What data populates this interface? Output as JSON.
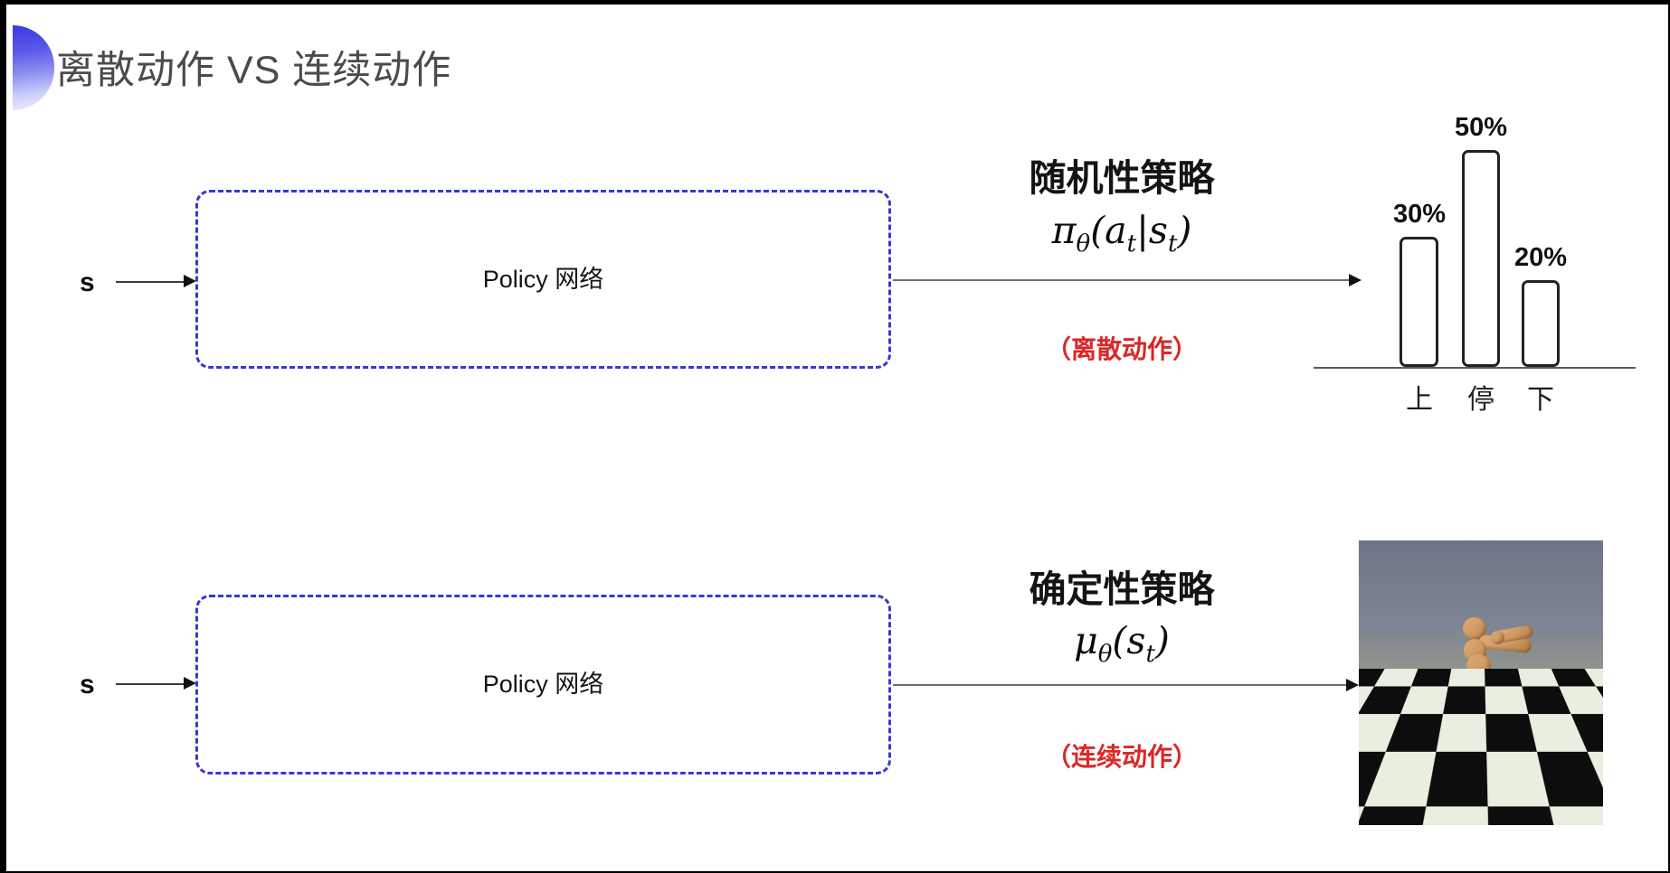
{
  "title": {
    "text": "离散动作 VS 连续动作"
  },
  "rows": [
    {
      "input_label": "s",
      "box_label": "Policy 网络",
      "policy_type": "随机性策略",
      "formula": {
        "f1": "π",
        "s1": "θ",
        "f2": "(a",
        "s2": "t",
        "f3": "|s",
        "s3": "t",
        "f4": ")"
      },
      "action_note": "（离散动作）"
    },
    {
      "input_label": "s",
      "box_label": "Policy 网络",
      "policy_type": "确定性策略",
      "formula": {
        "f1": "μ",
        "s1": "θ",
        "f2": "(s",
        "s2": "t",
        "f3": ")",
        "s3": "",
        "f4": ""
      },
      "action_note": "（连续动作）"
    }
  ],
  "chart_data": {
    "type": "bar",
    "categories": [
      "上",
      "停",
      "下"
    ],
    "values": [
      30,
      50,
      20
    ],
    "value_labels": [
      "30%",
      "50%",
      "20%"
    ],
    "title": "",
    "xlabel": "",
    "ylabel": "",
    "ylim": [
      0,
      55
    ],
    "grid": false,
    "legend": false,
    "bar_fill": "#ffffff",
    "bar_border": "#222222"
  },
  "colors": {
    "accent_blue_dash": "#3838d2",
    "note_red": "#da2727",
    "title_gray": "#4b4b4b",
    "arrow_gray": "#6e6e6e",
    "humanoid_body": "#cf9a63",
    "humanoid_sky": "#6d7588",
    "floor_light": "#e8efe0",
    "floor_dark": "#0d0d0d"
  }
}
